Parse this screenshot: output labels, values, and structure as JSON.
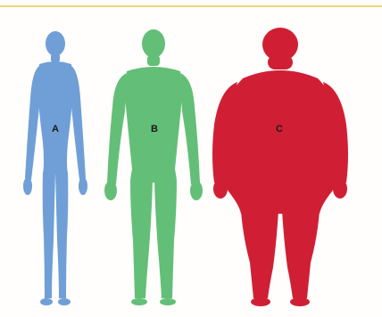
{
  "figures": [
    {
      "id": "a",
      "label": "A",
      "color": "#6f9fd6",
      "build": "slim"
    },
    {
      "id": "b",
      "label": "B",
      "color": "#63bf77",
      "build": "average"
    },
    {
      "id": "c",
      "label": "C",
      "color": "#d01f34",
      "build": "obese"
    }
  ],
  "accent_line_color": "#f3d27a"
}
